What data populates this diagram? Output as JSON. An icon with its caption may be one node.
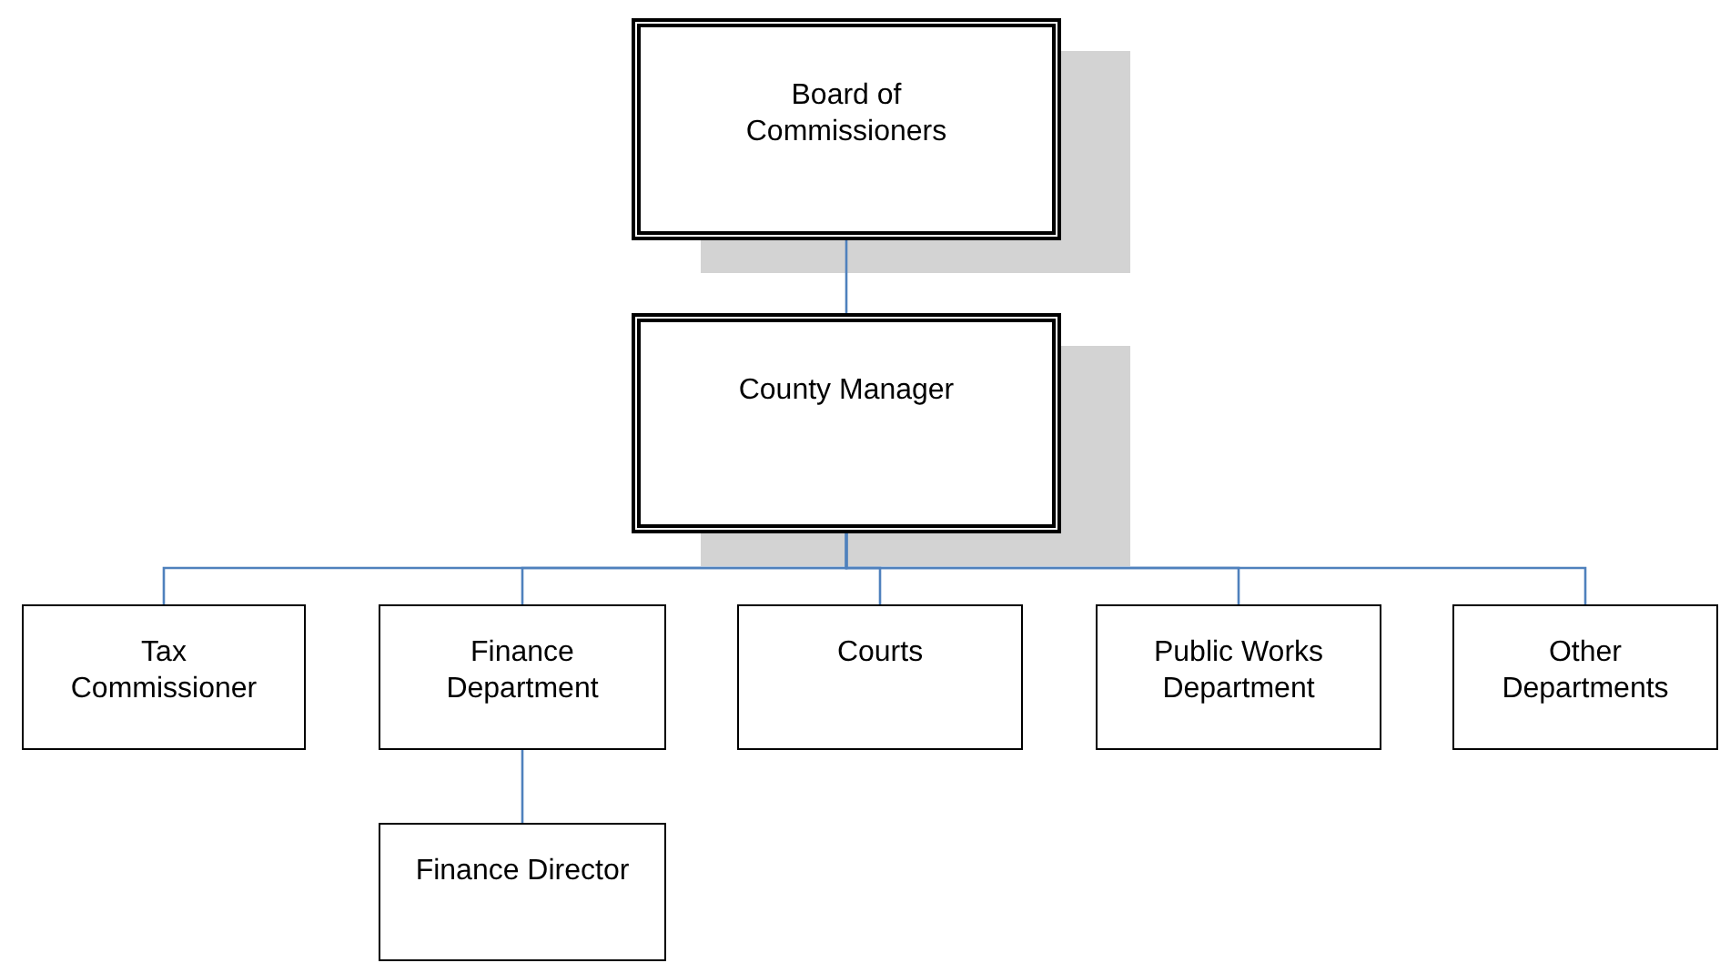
{
  "diagram": {
    "nodes": [
      {
        "text": [
          "Board of Commissioners"
        ]
      },
      {
        "text": [
          "County Manager"
        ]
      },
      {
        "text": [
          "Tax Commissioner"
        ]
      },
      {
        "text": [
          "Finance Department"
        ]
      },
      {
        "text": [
          "Courts"
        ]
      },
      {
        "text": [
          "Public Works Department"
        ]
      },
      {
        "text": [
          "Other Departments"
        ]
      },
      {
        "text": [
          "Finance Director"
        ]
      }
    ],
    "edges": [
      {
        "from": 0,
        "to": 1,
        "arrow": "none"
      },
      {
        "from": 1,
        "to": 2,
        "arrow": "none"
      },
      {
        "from": 1,
        "to": 3,
        "arrow": "none"
      },
      {
        "from": 1,
        "to": 4,
        "arrow": "none"
      },
      {
        "from": 1,
        "to": 5,
        "arrow": "none"
      },
      {
        "from": 1,
        "to": 6,
        "arrow": "none"
      },
      {
        "from": 3,
        "to": 7,
        "arrow": "none"
      }
    ]
  }
}
